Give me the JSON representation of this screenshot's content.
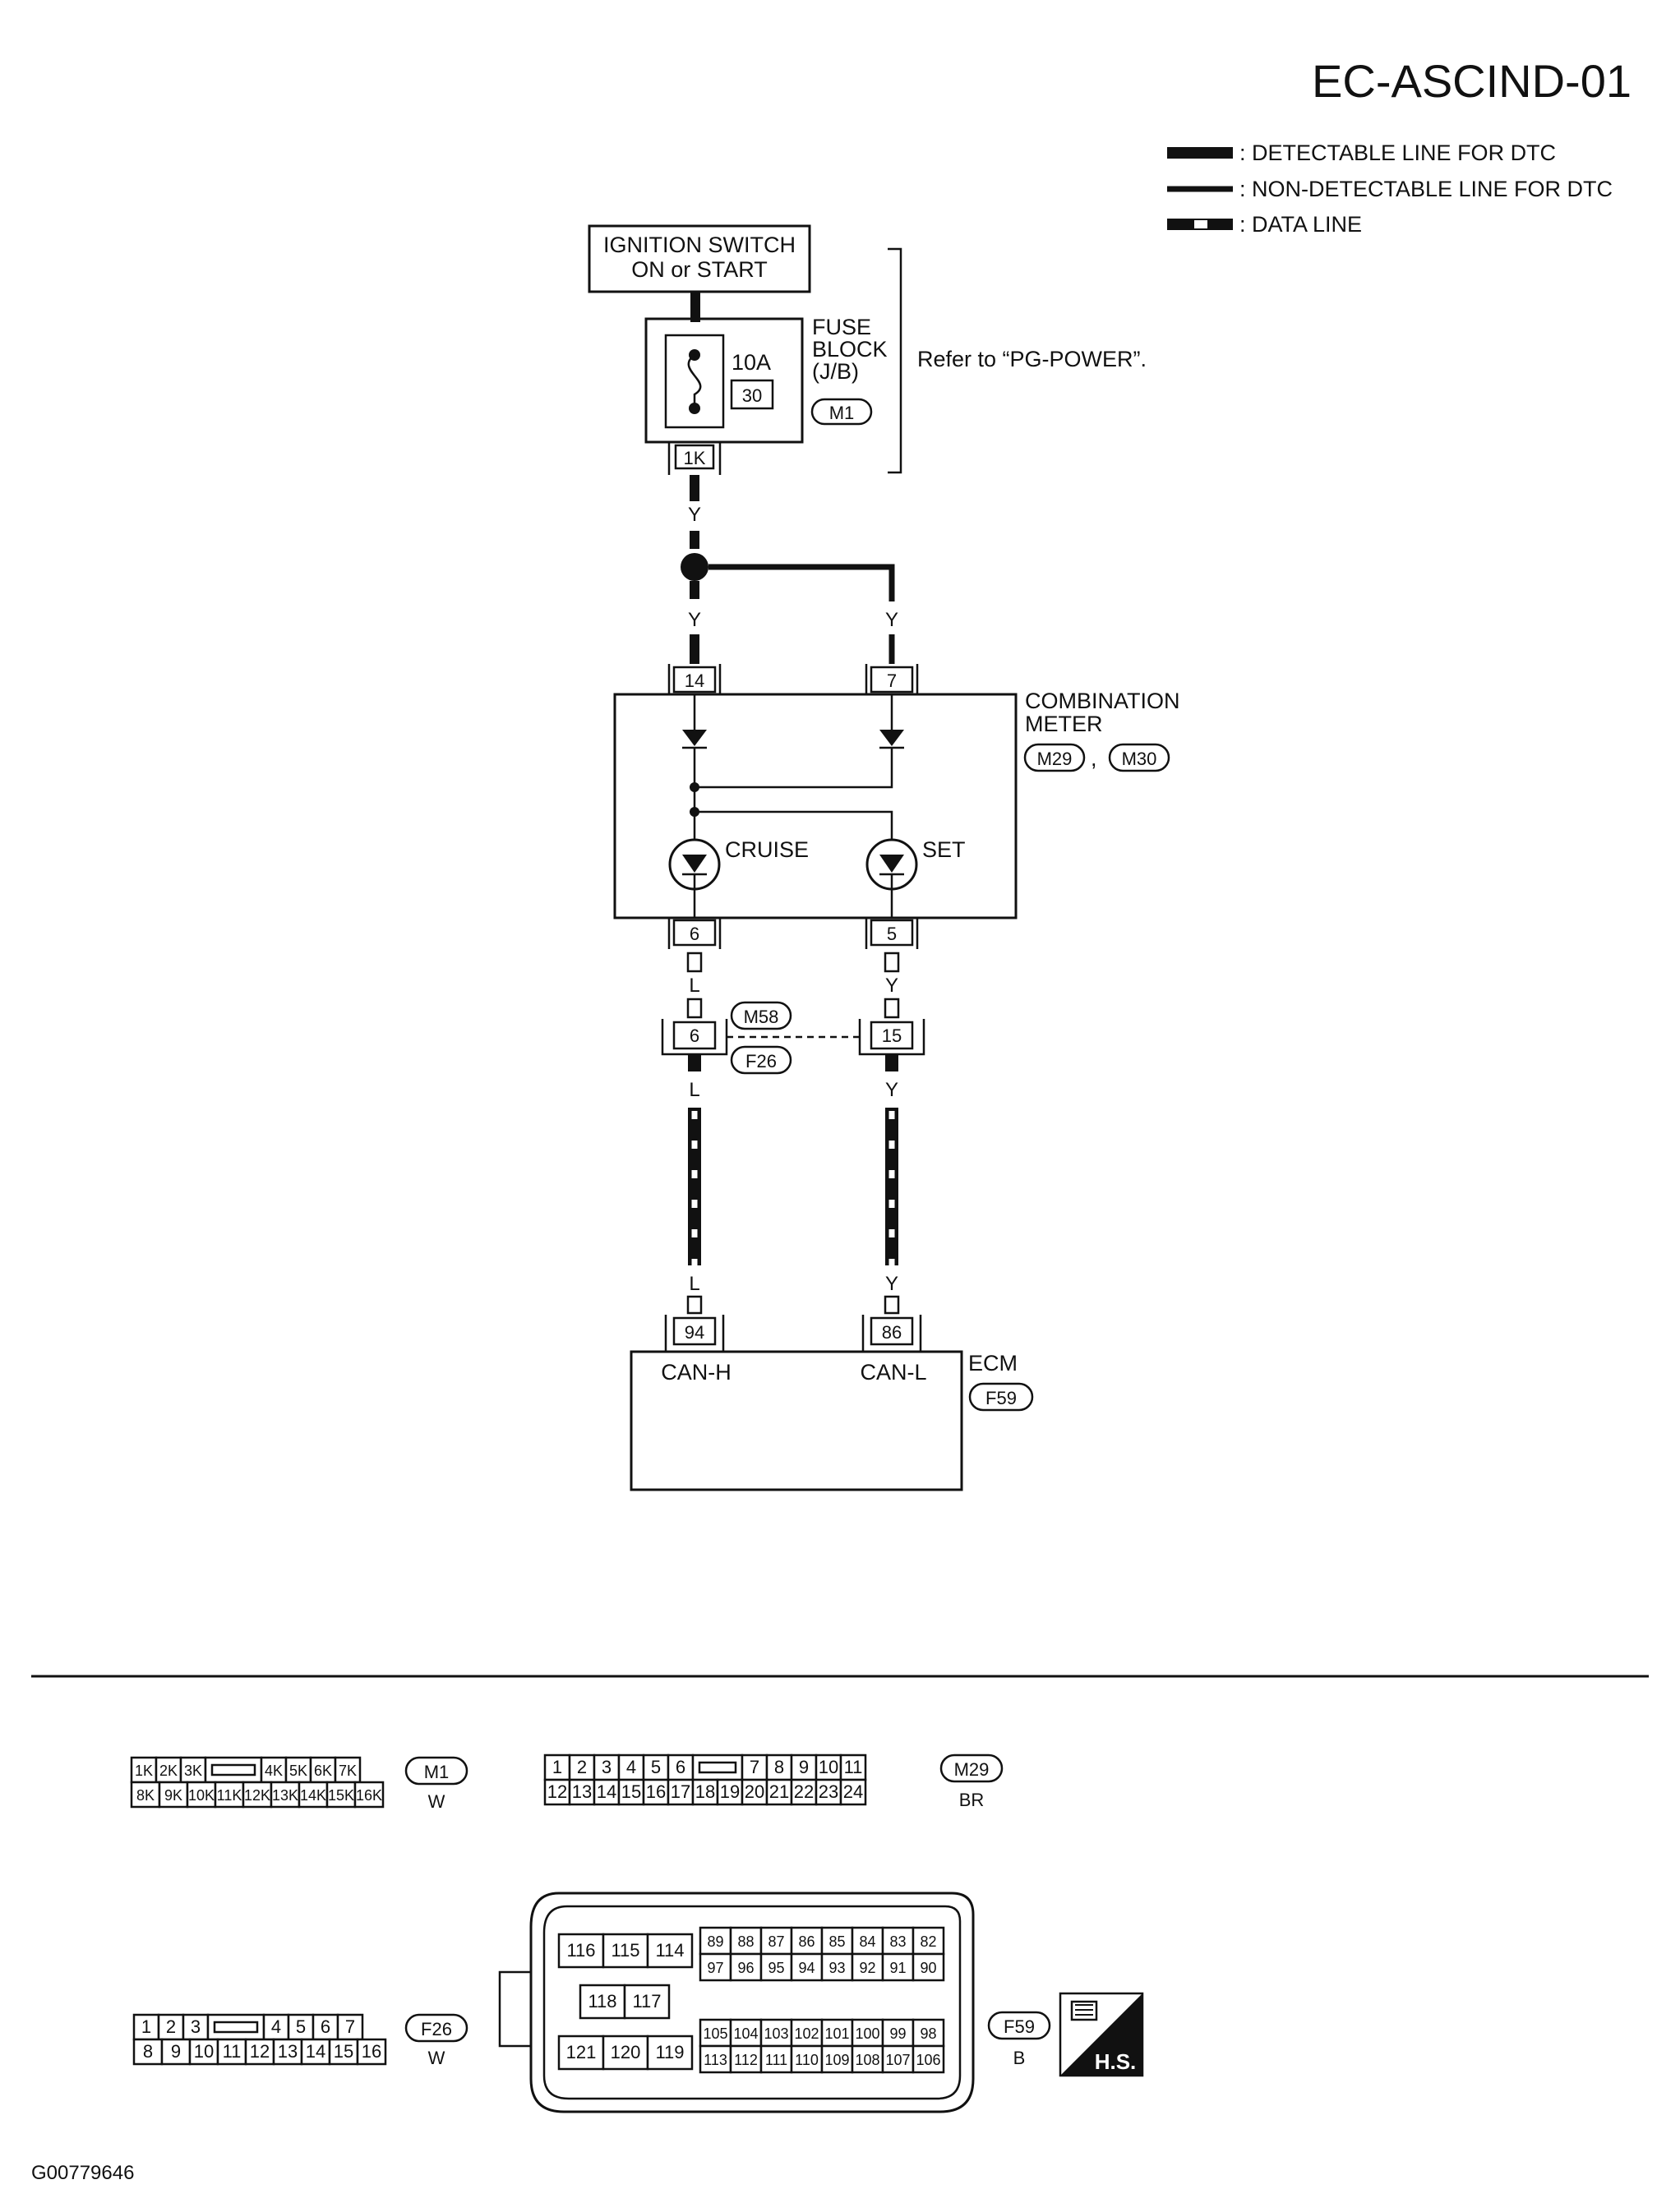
{
  "diagram_id": "EC-ASCIND-01",
  "legend": {
    "detectable": ": DETECTABLE LINE FOR DTC",
    "non_detectable": ": NON-DETECTABLE LINE FOR DTC",
    "data_line": ": DATA LINE"
  },
  "ignition": {
    "line1": "IGNITION SWITCH",
    "line2": "ON or START"
  },
  "fuse": {
    "amp": "10A",
    "number": "30",
    "label1": "FUSE",
    "label2": "BLOCK",
    "label3": "(J/B)",
    "connector": "M1",
    "terminal": "1K",
    "refer": "Refer to “PG-POWER”."
  },
  "wire_colors": {
    "y": "Y",
    "l": "L"
  },
  "meter": {
    "label1": "COMBINATION",
    "label2": "METER",
    "conn1": "M29",
    "conn2": "M30",
    "sep": ",",
    "pin_in_left": "14",
    "pin_in_right": "7",
    "pin_out_left": "6",
    "pin_out_right": "5",
    "lamp_left": "CRUISE",
    "lamp_right": "SET"
  },
  "joint": {
    "conn_top": "M58",
    "conn_bottom": "F26",
    "pin_left": "6",
    "pin_right": "15"
  },
  "ecm": {
    "label": "ECM",
    "connector": "F59",
    "pin_left": "94",
    "pin_right": "86",
    "term_left": "CAN-H",
    "term_right": "CAN-L"
  },
  "connector_views": {
    "m1": {
      "id": "M1",
      "color": "W",
      "row1": [
        "1K",
        "2K",
        "3K",
        "",
        "4K",
        "5K",
        "6K",
        "7K"
      ],
      "row2": [
        "8K",
        "9K",
        "10K",
        "11K",
        "12K",
        "13K",
        "14K",
        "15K",
        "16K"
      ]
    },
    "m29": {
      "id": "M29",
      "color": "BR",
      "row1": [
        "1",
        "2",
        "3",
        "4",
        "5",
        "6",
        "",
        "7",
        "8",
        "9",
        "10",
        "11"
      ],
      "row2": [
        "12",
        "13",
        "14",
        "15",
        "16",
        "17",
        "18",
        "19",
        "20",
        "21",
        "22",
        "23",
        "24"
      ]
    },
    "f26": {
      "id": "F26",
      "color": "W",
      "row1": [
        "1",
        "2",
        "3",
        "",
        "4",
        "5",
        "6",
        "7"
      ],
      "row2": [
        "8",
        "9",
        "10",
        "11",
        "12",
        "13",
        "14",
        "15",
        "16"
      ]
    },
    "f59": {
      "id": "F59",
      "color": "B",
      "block_a": [
        "116",
        "115",
        "114"
      ],
      "block_b": [
        "118",
        "117"
      ],
      "block_c": [
        "121",
        "120",
        "119"
      ],
      "grid_top1": [
        "89",
        "88",
        "87",
        "86",
        "85",
        "84",
        "83",
        "82"
      ],
      "grid_top2": [
        "97",
        "96",
        "95",
        "94",
        "93",
        "92",
        "91",
        "90"
      ],
      "grid_bot1": [
        "105",
        "104",
        "103",
        "102",
        "101",
        "100",
        "99",
        "98"
      ],
      "grid_bot2": [
        "113",
        "112",
        "111",
        "110",
        "109",
        "108",
        "107",
        "106"
      ]
    }
  },
  "hs_badge": "H.S.",
  "figure_code": "G00779646"
}
